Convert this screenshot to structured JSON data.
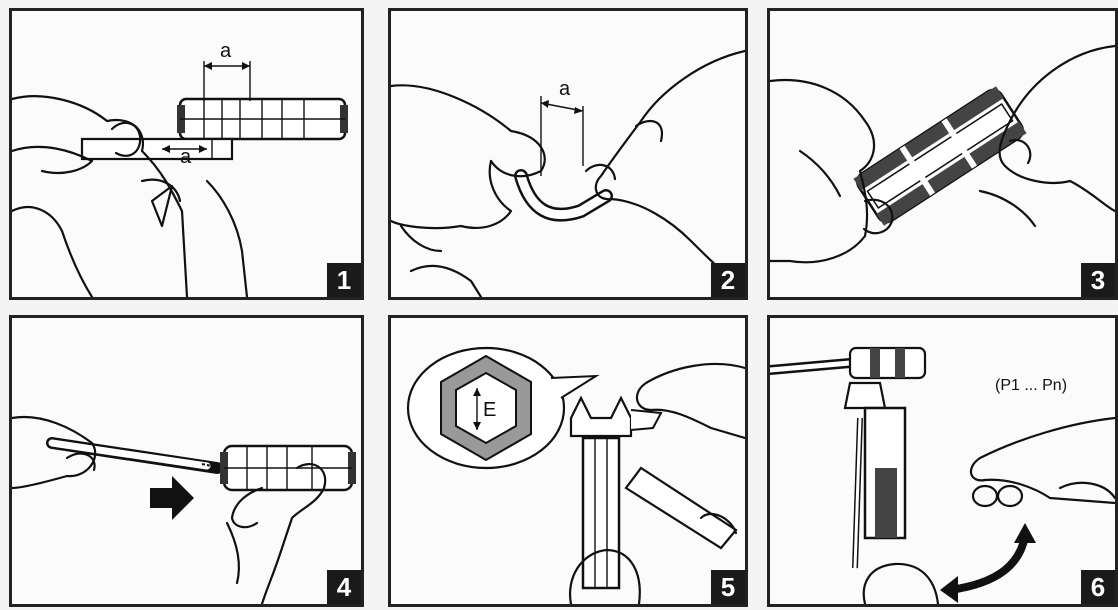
{
  "panels": [
    {
      "number": "1",
      "labels": {
        "dim_top": "a",
        "dim_side": "a"
      }
    },
    {
      "number": "2",
      "labels": {
        "dim_top": "a"
      }
    },
    {
      "number": "3"
    },
    {
      "number": "4"
    },
    {
      "number": "5",
      "labels": {
        "hex": "E"
      }
    },
    {
      "number": "6",
      "labels": {
        "pressure": "(P1 ... Pn)"
      }
    }
  ],
  "colors": {
    "frame": "#222222",
    "badge": "#1a1a1a",
    "hex_ring": "#999999"
  },
  "icons": [
    "arrow-right-icon",
    "curved-arrow-icon"
  ]
}
